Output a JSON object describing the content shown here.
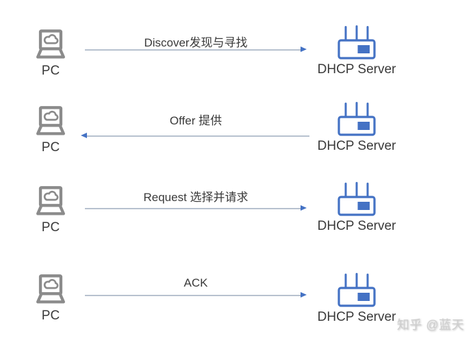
{
  "diagram": {
    "rows": [
      {
        "left": {
          "label": "PC"
        },
        "right": {
          "label": "DHCP Server"
        },
        "message": "Discover发现与寻找",
        "direction": "right"
      },
      {
        "left": {
          "label": "PC"
        },
        "right": {
          "label": "DHCP Server"
        },
        "message": "Offer 提供",
        "direction": "left"
      },
      {
        "left": {
          "label": "PC"
        },
        "right": {
          "label": "DHCP Server"
        },
        "message": "Request 选择并请求",
        "direction": "right"
      },
      {
        "left": {
          "label": "PC"
        },
        "right": {
          "label": "DHCP Server"
        },
        "message": "ACK",
        "direction": "right"
      }
    ],
    "icons": {
      "left": "pc-laptop-cloud-icon",
      "right": "wireless-router-icon"
    },
    "watermark": "知乎 @蓝天",
    "colors": {
      "device_gray": "#8B8B8B",
      "device_blue": "#4472C4",
      "arrow_line": "#B7C1CF",
      "arrow_head": "#4472C4",
      "label_text": "#3A3A3A",
      "watermark_gray": "#CFCFCF"
    }
  }
}
